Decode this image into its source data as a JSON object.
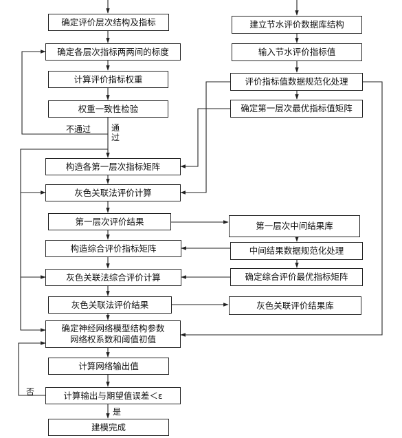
{
  "left_boxes": {
    "b1": "确定评价层次结构及指标",
    "b2": "确定各层次指标两两间的标度",
    "b3": "计算评价指标权重",
    "b4": "权重一致性检验",
    "b5": "构造各第一层次指标矩阵",
    "b6": "灰色关联法评价计算",
    "b7": "第一层次评价结果",
    "b8": "构造综合评价指标矩阵",
    "b9": "灰色关联法综合评价计算",
    "b10": "灰色关联法评价结果",
    "b11_line1": "确定神经网络模型结构参数",
    "b11_line2": "网络权系数和阈值初值",
    "b12": "计算网络输出值",
    "b13": "计算输出与期望值误差＜ε",
    "b14": "建模完成"
  },
  "right_boxes": {
    "r1": "建立节水评价数据库结构",
    "r2": "输入节水评价指标值",
    "r3": "评价指标值数据规范化处理",
    "r4": "确定第一层次最优指标值矩阵",
    "r5": "第一层次中间结果库",
    "r6": "中间结果数据规范化处理",
    "r7": "确定综合评价最优指标矩阵",
    "r8": "灰色关联评价结果库"
  },
  "labels": {
    "fail": "不通过",
    "pass": "通过",
    "no": "否",
    "yes": "是"
  }
}
